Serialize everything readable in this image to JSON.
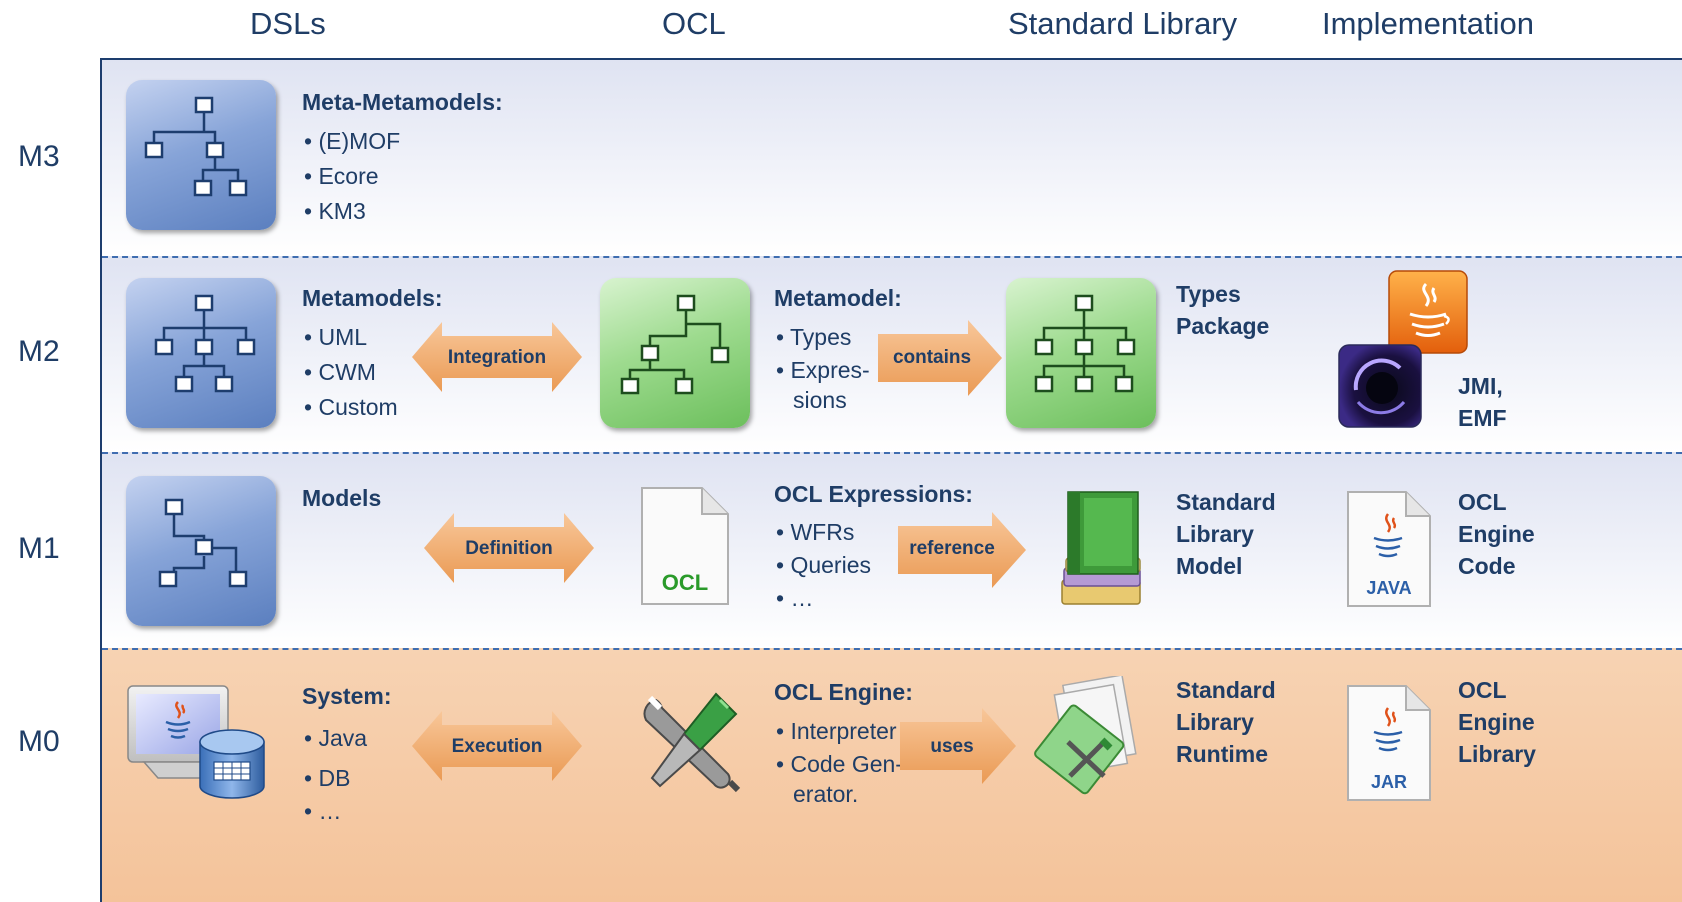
{
  "columns": [
    "DSLs",
    "OCL",
    "Standard Library",
    "Implementation"
  ],
  "rows": [
    "M3",
    "M2",
    "M1",
    "M0"
  ],
  "m3": {
    "dsl_heading": "Meta-Metamodels:",
    "dsl_items": [
      "(E)MOF",
      "Ecore",
      "KM3"
    ]
  },
  "m2": {
    "dsl_heading": "Metamodels:",
    "dsl_items": [
      "UML",
      "CWM",
      "Custom"
    ],
    "arrow1": "Integration",
    "ocl_heading": "Metamodel:",
    "ocl_items": [
      "Types",
      "Expres-",
      "sions"
    ],
    "arrow2": "contains",
    "lib_label": "Types\nPackage",
    "impl_label": "JMI,\nEMF"
  },
  "m1": {
    "dsl_heading": "Models",
    "arrow1": "Definition",
    "ocl_doc": "OCL",
    "ocl_heading": "OCL Expressions:",
    "ocl_items": [
      "WFRs",
      "Queries",
      "…"
    ],
    "arrow2": "reference",
    "lib_label": "Standard\nLibrary\nModel",
    "impl_doc": "JAVA",
    "impl_label": "OCL\nEngine\nCode"
  },
  "m0": {
    "dsl_heading": "System:",
    "dsl_items": [
      "Java",
      "DB",
      "…"
    ],
    "arrow1": "Execution",
    "ocl_heading": "OCL Engine:",
    "ocl_items": [
      "Interpreter",
      "Code Gen-",
      "erator."
    ],
    "arrow2": "uses",
    "lib_label": "Standard\nLibrary\nRuntime",
    "impl_doc": "JAR",
    "impl_label": "OCL\nEngine\nLibrary"
  },
  "colors": {
    "text": "#1f3d66",
    "blue_tile": "#5b7fbf",
    "green_tile": "#6cbf5c",
    "m0_band": "#f4c39a",
    "arrow": "#f0a463",
    "separator": "#3f6db0"
  }
}
